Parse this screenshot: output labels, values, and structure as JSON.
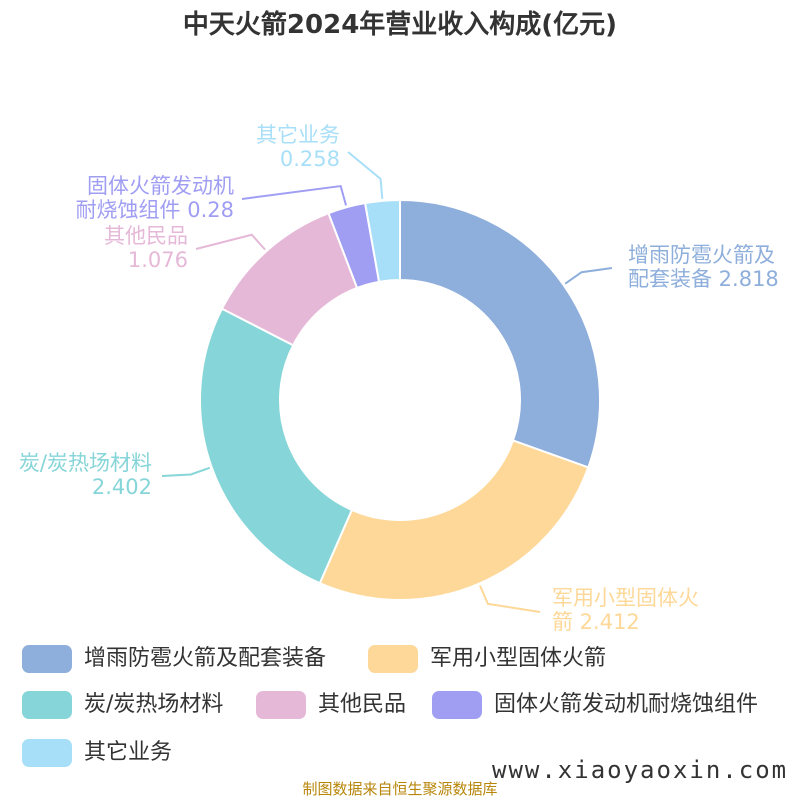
{
  "chart_data": {
    "type": "pie",
    "title": "中天火箭2024年营业收入构成(亿元)",
    "unit": "亿元",
    "slices": [
      {
        "name": "增雨防雹火箭及配套装备",
        "value": 2.818,
        "label_lines": [
          "增雨防雹火箭及",
          "配套装备 2.818"
        ],
        "color": "#8eaedb"
      },
      {
        "name": "军用小型固体火箭",
        "value": 2.412,
        "label_lines": [
          "军用小型固体火",
          "箭 2.412"
        ],
        "color": "#fdd898"
      },
      {
        "name": "炭/炭热场材料",
        "value": 2.402,
        "label_lines": [
          "炭/炭热场材料",
          "2.402"
        ],
        "color": "#86d5d8"
      },
      {
        "name": "其他民品",
        "value": 1.076,
        "label_lines": [
          "其他民品",
          "1.076"
        ],
        "color": "#e6b8d8"
      },
      {
        "name": "固体火箭发动机耐烧蚀组件",
        "value": 0.28,
        "label_lines": [
          "固体火箭发动机",
          "耐烧蚀组件 0.28"
        ],
        "color": "#a09ef3"
      },
      {
        "name": "其它业务",
        "value": 0.258,
        "label_lines": [
          "其它业务",
          "0.258"
        ],
        "color": "#a8dff8"
      }
    ],
    "legend_position": "bottom"
  },
  "source": "制图数据来自恒生聚源数据库",
  "watermark": "www.xiaoyaoxin.com"
}
